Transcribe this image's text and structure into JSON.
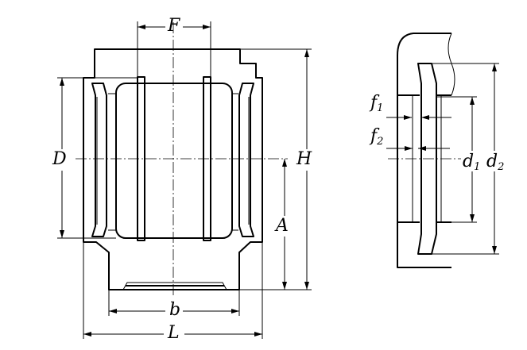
{
  "labels": {
    "F": "F",
    "D": "D",
    "H": "H",
    "A": "A",
    "b": "b",
    "L": "L",
    "f1_base": "f",
    "f1_sub": "1",
    "f2_base": "f",
    "f2_sub": "2",
    "d1_base": "d",
    "d1_sub": "1",
    "d2_base": "d",
    "d2_sub": "2"
  }
}
